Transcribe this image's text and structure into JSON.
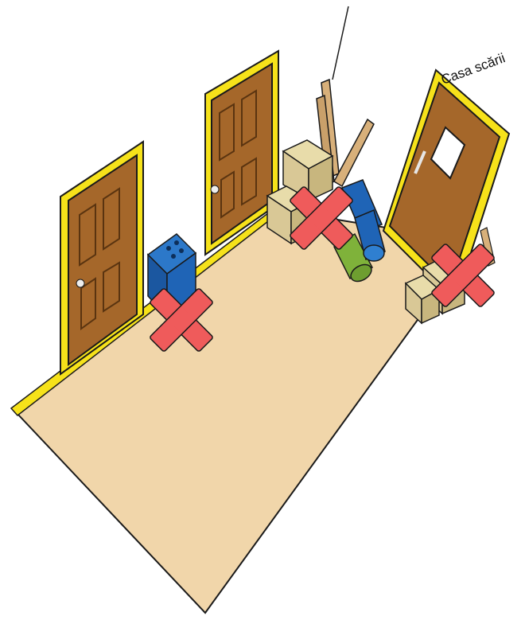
{
  "labels": {
    "stairwell": "Casa scării"
  },
  "markers": {
    "count": 3,
    "meaning": "obstruction-not-allowed"
  },
  "colors": {
    "floor": "#f1d6aa",
    "wall_trim": "#f6e21a",
    "door_wood": "#a5672a",
    "door_panel_line": "#5a3410",
    "appliance_blue": "#1f64b6",
    "box": "#d9c896",
    "cross": "#ef5b5b",
    "outline": "#1a1a1a"
  },
  "icons": [
    "door-icon",
    "stairwell-door-icon",
    "box-icon",
    "pipe-icon",
    "appliance-icon",
    "cross-mark-icon"
  ]
}
